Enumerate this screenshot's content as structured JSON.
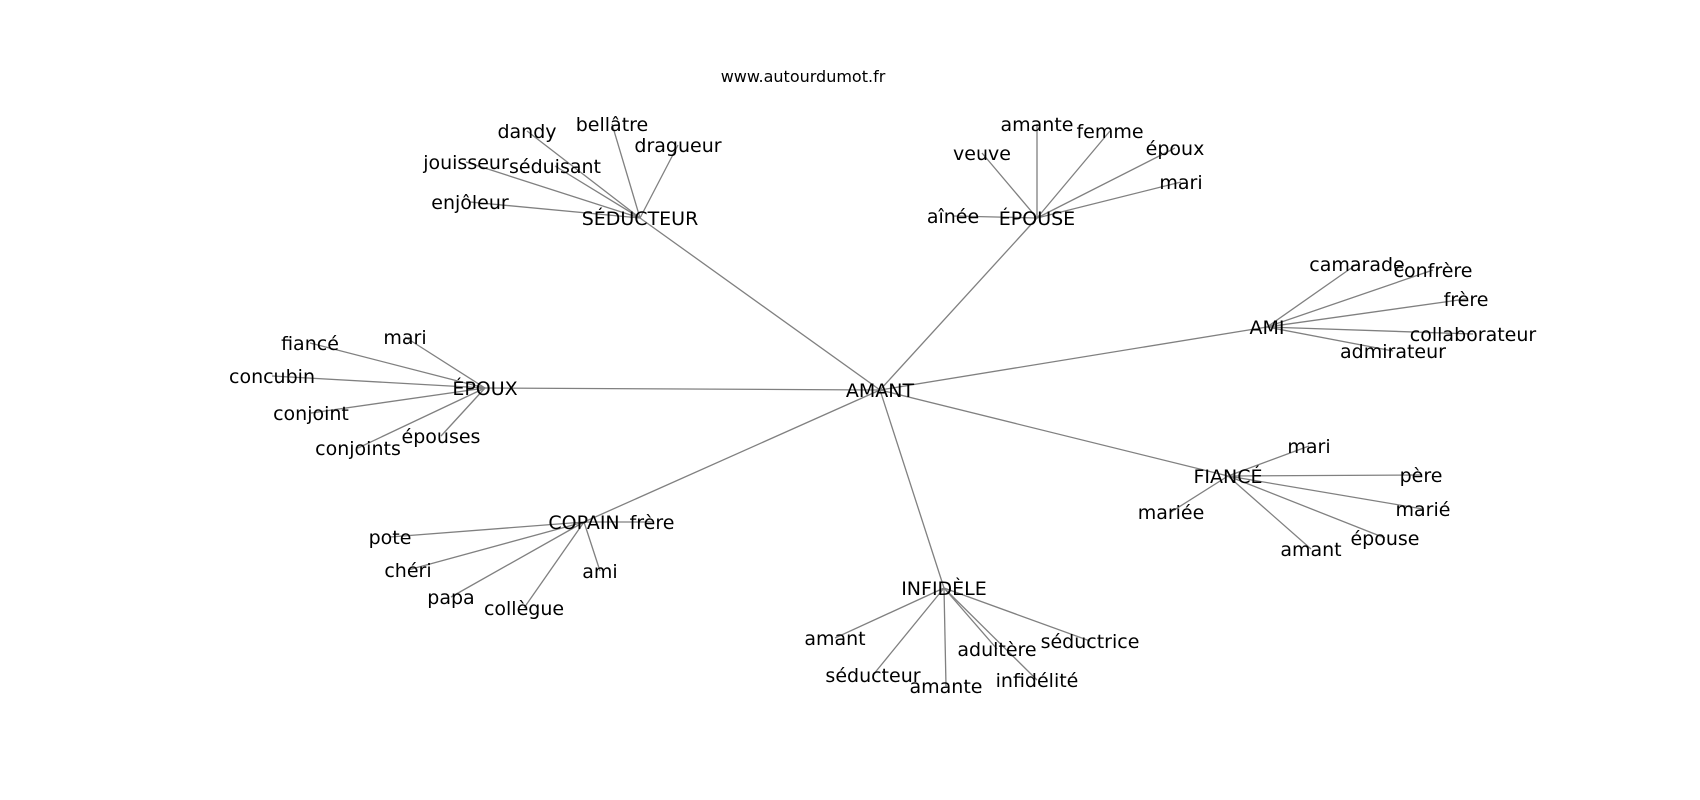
{
  "watermark": "www.autourdumot.fr",
  "center": "AMANT",
  "clusters": [
    {
      "id": "seducteur",
      "label": "SÉDUCTEUR",
      "leaves": [
        "dandy",
        "bellâtre",
        "dragueur",
        "jouisseur",
        "séduisant",
        "enjôleur"
      ]
    },
    {
      "id": "epouse",
      "label": "ÉPOUSE",
      "leaves": [
        "amante",
        "femme",
        "veuve",
        "époux",
        "mari",
        "aînée"
      ]
    },
    {
      "id": "ami",
      "label": "AMI",
      "leaves": [
        "camarade",
        "confrère",
        "frère",
        "collaborateur",
        "admirateur"
      ]
    },
    {
      "id": "epoux",
      "label": "ÉPOUX",
      "leaves": [
        "fiancé",
        "mari",
        "concubin",
        "conjoint",
        "épouses",
        "conjoints"
      ]
    },
    {
      "id": "fiance",
      "label": "FIANCÉ",
      "leaves": [
        "mari",
        "père",
        "mariée",
        "marié",
        "épouse",
        "amant"
      ]
    },
    {
      "id": "copain",
      "label": "COPAIN",
      "leaves": [
        "frère",
        "pote",
        "chéri",
        "ami",
        "papa",
        "collègue"
      ]
    },
    {
      "id": "infidele",
      "label": "INFIDÈLE",
      "leaves": [
        "amant",
        "séductrice",
        "adultère",
        "séducteur",
        "infidélité",
        "amante"
      ]
    }
  ]
}
